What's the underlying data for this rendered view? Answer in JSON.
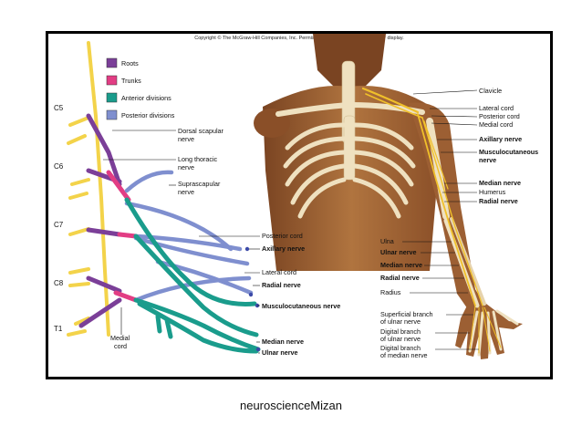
{
  "copyright": "Copyright © The McGraw-Hill Companies, Inc. Permission required for reproduction or display.",
  "caption": "neuroscienceMizan",
  "legend": [
    {
      "label": "Roots",
      "color": "#7b3f98"
    },
    {
      "label": "Trunks",
      "color": "#e23d84"
    },
    {
      "label": "Anterior divisions",
      "color": "#1a9c8c"
    },
    {
      "label": "Posterior divisions",
      "color": "#7f8fcf"
    }
  ],
  "roots": [
    "C5",
    "C6",
    "C7",
    "C8",
    "T1"
  ],
  "plexus_labels": {
    "dorsal_scapular_1": "Dorsal scapular",
    "dorsal_scapular_2": "nerve",
    "long_thoracic_1": "Long thoracic",
    "long_thoracic_2": "nerve",
    "suprascapular_1": "Suprascapular",
    "suprascapular_2": "nerve",
    "posterior_cord": "Posterior cord",
    "axillary": "Axillary nerve",
    "lateral_cord": "Lateral cord",
    "radial": "Radial nerve",
    "musculocutaneous": "Musculocutaneous nerve",
    "medial_cord_1": "Medial",
    "medial_cord_2": "cord",
    "median": "Median nerve",
    "ulnar": "Ulnar nerve"
  },
  "arm_labels": {
    "clavicle": "Clavicle",
    "lateral_cord": "Lateral cord",
    "posterior_cord": "Posterior cord",
    "medial_cord": "Medial cord",
    "axillary": "Axillary nerve",
    "musculocutaneous_1": "Musculocutaneous",
    "musculocutaneous_2": "nerve",
    "median": "Median nerve",
    "humerus": "Humerus",
    "radial": "Radial nerve",
    "ulna": "Ulna",
    "ulnar": "Ulnar nerve",
    "median_lower": "Median nerve",
    "radial_lower": "Radial nerve",
    "radius": "Radius",
    "superficial_1": "Superficial branch",
    "superficial_2": "of ulnar nerve",
    "digital_ulnar_1": "Digital branch",
    "digital_ulnar_2": "of ulnar nerve",
    "digital_median_1": "Digital branch",
    "digital_median_2": "of median nerve"
  },
  "colors": {
    "root_nerve": "#f3d34a",
    "skin": "#a8693a",
    "bone": "#efe1c0",
    "nerve": "#f0c02a"
  }
}
